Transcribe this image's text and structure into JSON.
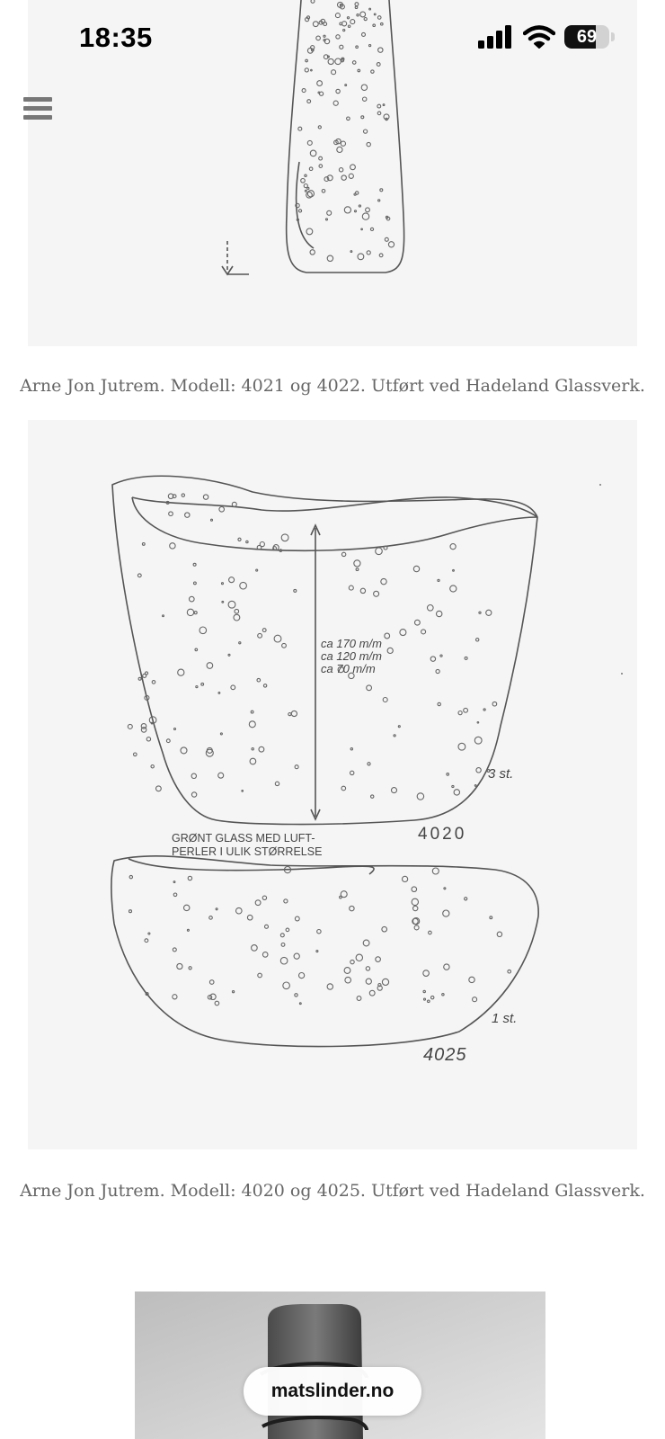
{
  "status_bar": {
    "time": "18:35",
    "battery_level": "69",
    "battery_fraction": 0.69,
    "icons": [
      "cellular-signal-icon",
      "wifi-icon",
      "battery-icon"
    ]
  },
  "nav": {
    "menu_icon": "hamburger-menu-icon"
  },
  "gallery": {
    "items": [
      {
        "caption": "Arne Jon Jutrem. Modell: 4021 og 4022. Utført ved Hadeland Glassverk."
      },
      {
        "caption": "Arne Jon Jutrem. Modell: 4020 og 4025. Utført ved Hadeland Glassverk.",
        "drawing_text": {
          "dim1": "ca 170 m/m",
          "dim2": "ca 120 m/m",
          "dim3": "ca 70 m/m",
          "qty_top": "3 st.",
          "model_top": "4020",
          "note_line1": "GRØNT GLASS MED LUFT-",
          "note_line2": "PERLER I ULIK STØRRELSE",
          "qty_bottom": "1 st.",
          "model_bottom": "4025"
        }
      },
      {
        "caption": ""
      }
    ]
  },
  "browser": {
    "url": "matslinder.no"
  },
  "colors": {
    "caption_text": "#666666",
    "drawing_line": "#555555",
    "paper": "#f5f5f5"
  }
}
